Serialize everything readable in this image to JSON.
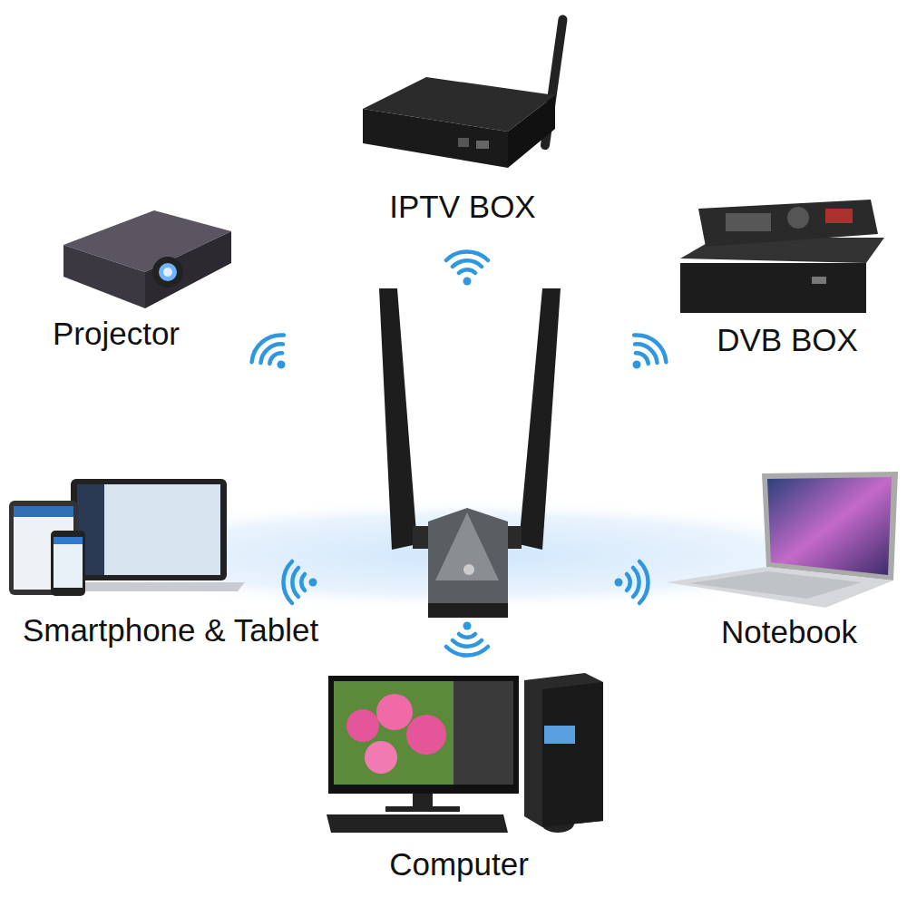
{
  "diagram": {
    "labels": [
      "IPTV BOX",
      "Projector",
      "DVB BOX",
      "Smartphone & Tablet",
      "Notebook",
      "Computer"
    ]
  }
}
